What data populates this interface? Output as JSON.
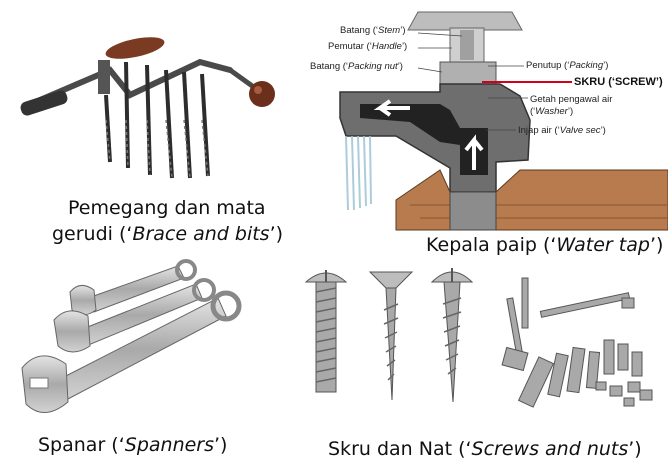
{
  "panels": {
    "brace": {
      "caption_line1": "Pemegang dan mata",
      "caption_line2_pre": "gerudi (‘",
      "caption_line2_em": "Brace and bits",
      "caption_line2_post": "’)"
    },
    "tap": {
      "caption_pre": "Kepala paip (‘",
      "caption_em": "Water tap",
      "caption_post": "’)",
      "labels": {
        "stem_pre": "Batang (‘",
        "stem_em": "Stem",
        "stem_post": "’)",
        "handle_pre": "Pemutar (‘",
        "handle_em": "Handle",
        "handle_post": "’)",
        "packing_nut_pre": "Batang (‘",
        "packing_nut_em": "Packing nut",
        "packing_nut_post": "’)",
        "packing_pre": "Penutup (‘",
        "packing_em": "Packing",
        "packing_post": "’)",
        "screw": "SKRU (‘SCREW’)",
        "washer_line1": "Getah pengawal air",
        "washer_line2_pre": "(‘",
        "washer_line2_em": "Washer",
        "washer_line2_post": "’)",
        "valve_pre": "Injap air (‘",
        "valve_em": "Valve sec",
        "valve_post": "’)"
      }
    },
    "spanner": {
      "caption_pre": "Spanar (‘",
      "caption_em": "Spanners",
      "caption_post": "’)"
    },
    "screws": {
      "caption_pre": "Skru dan Nat (‘",
      "caption_em": "Screws and nuts",
      "caption_post": "’)"
    }
  },
  "colors": {
    "screw_label_line": "#d0021b",
    "water_arrow": "#ffffff",
    "tap_body": "#6e6e6e",
    "steel": "#9a9a9a",
    "wood": "#7a3b22"
  }
}
